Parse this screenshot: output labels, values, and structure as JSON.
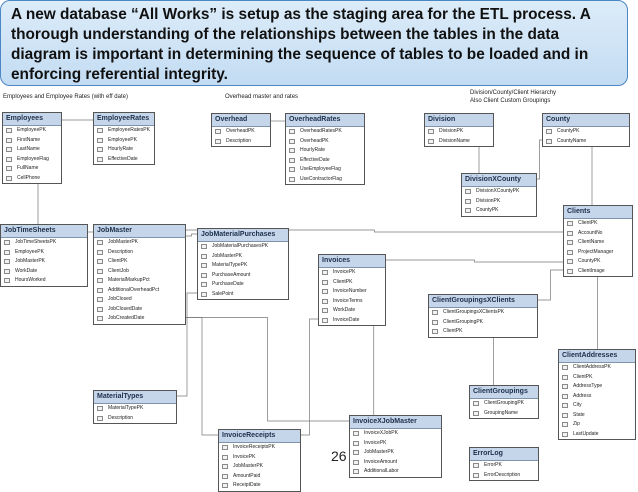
{
  "callout": {
    "text": "A new database “All Works” is setup as the staging area for the ETL process.  A thorough understanding of the relationships between the tables in the data diagram is important in determining the sequence of tables to be loaded and in enforcing referential integrity."
  },
  "section_labels": [
    "Employees and Employee Rates (with eff date)",
    "Overhead master and rates",
    "Division/County/Client Hierarchy",
    "Also Client Custom Groupings"
  ],
  "tables": [
    {
      "id": "employees",
      "title": "Employees",
      "fields": [
        "EmployeePK",
        "FirstName",
        "LastName",
        "EmployeeFlag",
        "FullName",
        "CellPhone"
      ]
    },
    {
      "id": "employeerates",
      "title": "EmployeeRates",
      "fields": [
        "EmployeeRatesPK",
        "EmployeePK",
        "HourlyRate",
        "EffectiveDate"
      ]
    },
    {
      "id": "overhead",
      "title": "Overhead",
      "fields": [
        "OverheadPK",
        "Description"
      ]
    },
    {
      "id": "overheadrates",
      "title": "OverheadRates",
      "fields": [
        "OverheadRatesPK",
        "OverheadPK",
        "HourlyRate",
        "EffectiveDate",
        "UseEmployeeFlag",
        "UseContractorFlag"
      ]
    },
    {
      "id": "division",
      "title": "Division",
      "fields": [
        "DivisionPK",
        "DivisionName"
      ]
    },
    {
      "id": "county",
      "title": "County",
      "fields": [
        "CountyPK",
        "CountyName"
      ]
    },
    {
      "id": "divisionxcounty",
      "title": "DivisionXCounty",
      "fields": [
        "DivisionXCountyPK",
        "DivisionPK",
        "CountyPK"
      ]
    },
    {
      "id": "clients",
      "title": "Clients",
      "fields": [
        "ClientPK",
        "AccountNo",
        "ClientName",
        "ProjectManager",
        "CountyPK",
        "ClientImage"
      ]
    },
    {
      "id": "jobtimesheets",
      "title": "JobTimeSheets",
      "fields": [
        "JobTimeSheetsPK",
        "EmployeePK",
        "JobMasterPK",
        "WorkDate",
        "HoursWorked"
      ]
    },
    {
      "id": "jobmaster",
      "title": "JobMaster",
      "fields": [
        "JobMasterPK",
        "Description",
        "ClientPK",
        "ClientJob",
        "MaterialMarkupPct",
        "AdditionalOverheadPct",
        "JobClosed",
        "JobClosedDate",
        "JobCreatedDate"
      ]
    },
    {
      "id": "jobmaterialpurchases",
      "title": "JobMaterialPurchases",
      "fields": [
        "JobMaterialPurchasesPK",
        "JobMasterPK",
        "MaterialTypePK",
        "PurchaseAmount",
        "PurchaseDate",
        "SalePoint"
      ]
    },
    {
      "id": "invoices",
      "title": "Invoices",
      "fields": [
        "InvoicePK",
        "ClientPK",
        "InvoiceNumber",
        "InvoiceTerms",
        "WorkDate",
        "InvoiceDate"
      ]
    },
    {
      "id": "clientgroupingsxclients",
      "title": "ClientGroupingsXClients",
      "fields": [
        "ClientGroupingsXClientsPK",
        "ClientGroupingPK",
        "ClientPK"
      ]
    },
    {
      "id": "clientaddresses",
      "title": "ClientAddresses",
      "fields": [
        "ClientAddressPK",
        "ClientPK",
        "AddressType",
        "Address",
        "City",
        "State",
        "Zip",
        "LastUpdate"
      ]
    },
    {
      "id": "materialtypes",
      "title": "MaterialTypes",
      "fields": [
        "MaterialTypePK",
        "Description"
      ]
    },
    {
      "id": "clientgroupings",
      "title": "ClientGroupings",
      "fields": [
        "ClientGroupingPK",
        "GroupingName"
      ]
    },
    {
      "id": "invoicexjobmaster",
      "title": "InvoiceXJobMaster",
      "fields": [
        "InvoiceXJobPK",
        "InvoicePK",
        "JobMasterPK",
        "InvoiceAmount",
        "AdditionalLabor"
      ]
    },
    {
      "id": "invoicereceipts",
      "title": "InvoiceReceipts",
      "fields": [
        "InvoiceReceiptsPK",
        "InvoicePK",
        "JobMasterPK",
        "AmountPaid",
        "ReceiptDate"
      ]
    },
    {
      "id": "errorlog",
      "title": "ErrorLog",
      "fields": [
        "ErrorPK",
        "ErrorDescription"
      ]
    }
  ],
  "relationships": [
    [
      "employees",
      "employeerates"
    ],
    [
      "overhead",
      "overheadrates"
    ],
    [
      "division",
      "divisionxcounty"
    ],
    [
      "county",
      "divisionxcounty"
    ],
    [
      "county",
      "clients"
    ],
    [
      "employees",
      "jobtimesheets"
    ],
    [
      "jobmaster",
      "jobtimesheets"
    ],
    [
      "clients",
      "jobmaster"
    ],
    [
      "jobmaster",
      "jobmaterialpurchases"
    ],
    [
      "materialtypes",
      "jobmaterialpurchases"
    ],
    [
      "clients",
      "invoices"
    ],
    [
      "clients",
      "clientgroupingsxclients"
    ],
    [
      "clientgroupings",
      "clientgroupingsxclients"
    ],
    [
      "clients",
      "clientaddresses"
    ],
    [
      "invoices",
      "invoicexjobmaster"
    ],
    [
      "jobmaster",
      "invoicexjobmaster"
    ],
    [
      "invoices",
      "invoicereceipts"
    ],
    [
      "jobmaster",
      "invoicereceipts"
    ]
  ],
  "page_number": "26"
}
